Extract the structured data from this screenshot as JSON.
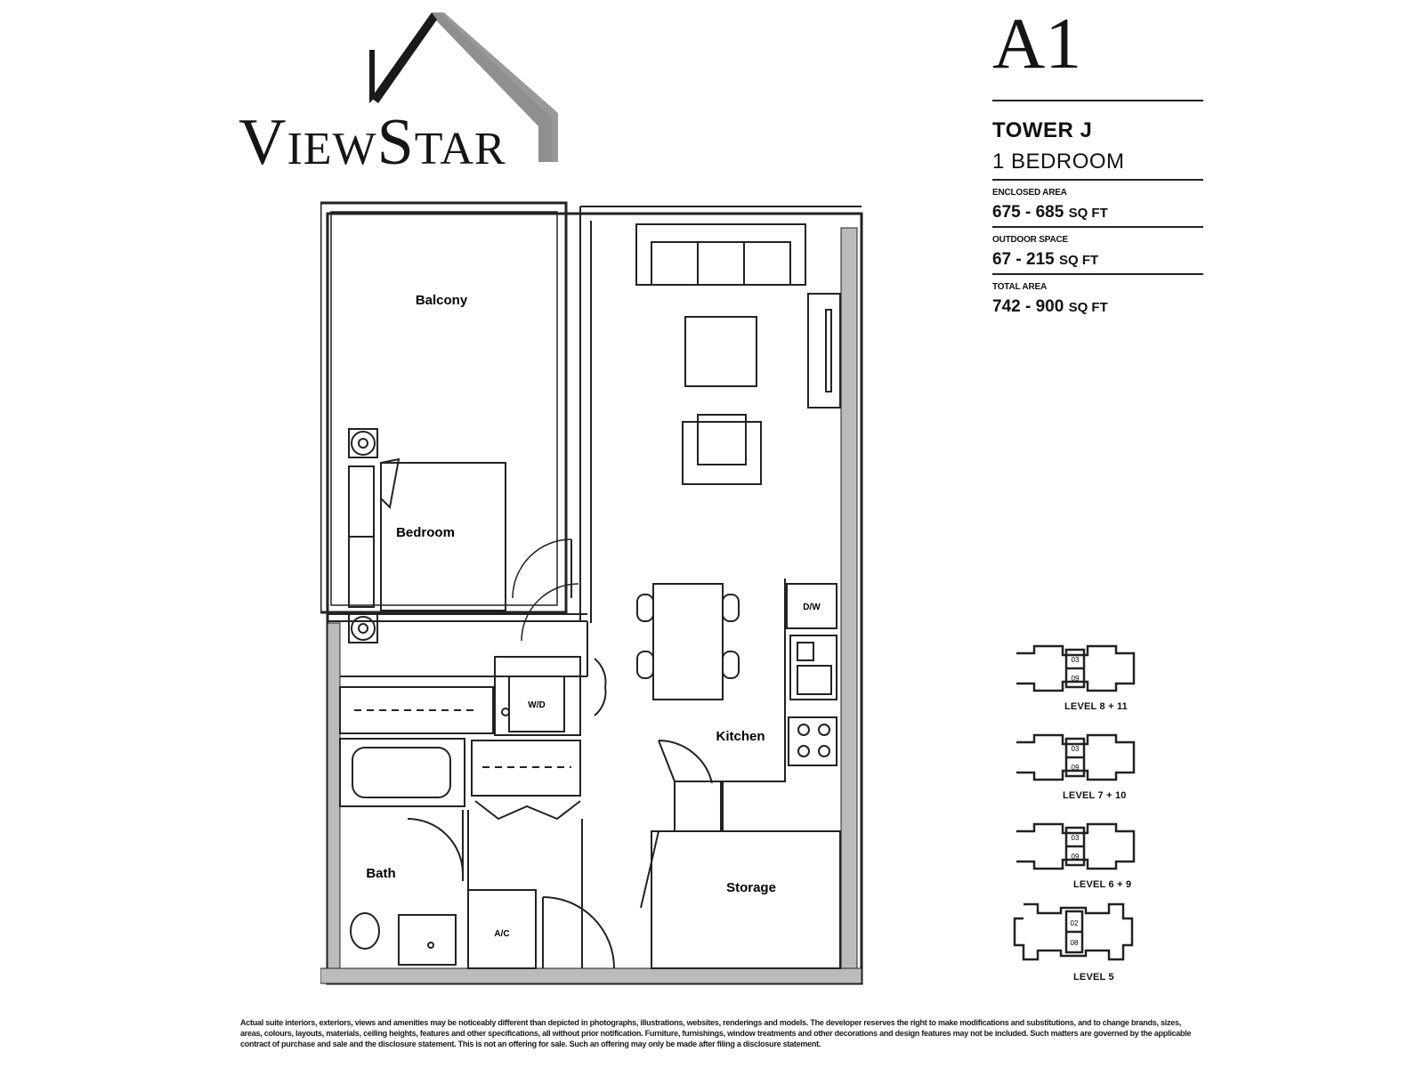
{
  "brand": {
    "name": "ViewStar",
    "logo_icon": "house-roof-icon"
  },
  "unit": {
    "code": "A1",
    "tower": "TOWER J",
    "bedrooms": "1 BEDROOM",
    "areas": [
      {
        "label": "ENCLOSED AREA",
        "value": "675 - 685",
        "unit": "SQ FT"
      },
      {
        "label": "OUTDOOR SPACE",
        "value": "67 - 215",
        "unit": "SQ FT"
      },
      {
        "label": "TOTAL AREA",
        "value": "742 - 900",
        "unit": "SQ FT"
      }
    ]
  },
  "floorplan": {
    "rooms": {
      "balcony": "Balcony",
      "bedroom": "Bedroom",
      "kitchen": "Kitchen",
      "bath": "Bath",
      "storage": "Storage"
    },
    "fixtures": {
      "dishwasher": "D/W",
      "washer_dryer": "W/D",
      "air_conditioning": "A/C"
    }
  },
  "keyplans": [
    {
      "level": "LEVEL 8 + 11",
      "units": [
        "03",
        "09"
      ]
    },
    {
      "level": "LEVEL 7 + 10",
      "units": [
        "03",
        "09"
      ]
    },
    {
      "level": "LEVEL 6 + 9",
      "units": [
        "03",
        "09"
      ]
    },
    {
      "level": "LEVEL 5",
      "units": [
        "02",
        "08"
      ]
    }
  ],
  "disclaimer": "Actual suite interiors, exteriors, views and amenities may be noticeably different than depicted in photographs, illustrations, websites, renderings and models. The developer reserves the right to make modifications and substitutions, and to change brands, sizes, areas, colours, layouts, materials, ceiling heights, features and other specifications, all without prior notification. Furniture, furnishings, window treatments and other decorations and design features may not be included. Such matters are governed by the applicable contract of purchase and sale and the disclosure statement. This is not an offering for sale. Such an offering may only be made after filing a disclosure statement."
}
